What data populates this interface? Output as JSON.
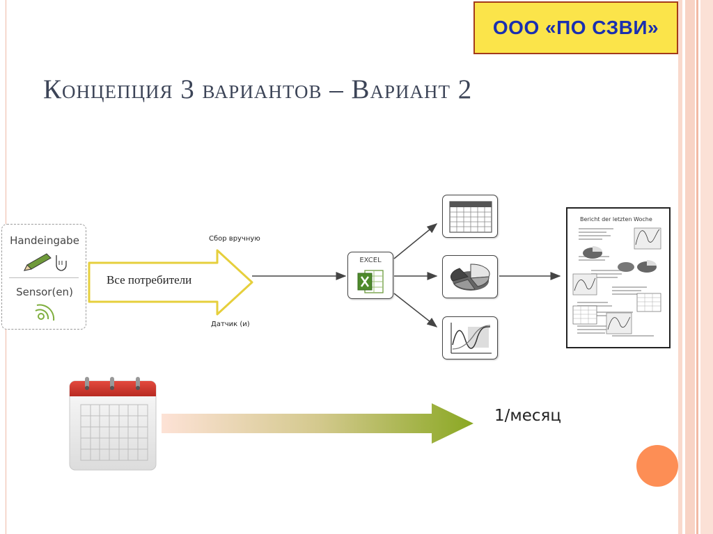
{
  "company": {
    "name": "ООО «ПО СЗВИ»"
  },
  "slide": {
    "title": "Концепция 3 вариантов – Вариант 2"
  },
  "inputs": {
    "manual_label": "Handeingabe",
    "sensor_label": "Sensor(en)"
  },
  "flow": {
    "consumers_label": "Все потребители",
    "manual_collection_label": "Сбор вручную",
    "sensor_label": "Датчик (и)",
    "excel_label": "EXCEL"
  },
  "report": {
    "title": "Bericht der letzten Woche"
  },
  "schedule": {
    "frequency_label": "1/месяц"
  },
  "icons": {
    "manual": "pencil-hand-icon",
    "sensor": "signal-waves-icon",
    "excel": "excel-icon",
    "table": "table-icon",
    "pie": "pie-chart-icon",
    "line": "line-chart-icon",
    "calendar": "calendar-icon"
  },
  "colors": {
    "company_bg": "#fbe44a",
    "company_text": "#1a2fb0",
    "arrow_outline": "#e6cf3c",
    "gradient_arrow_end": "#8aa823",
    "accent_dot": "#fd8e55"
  }
}
